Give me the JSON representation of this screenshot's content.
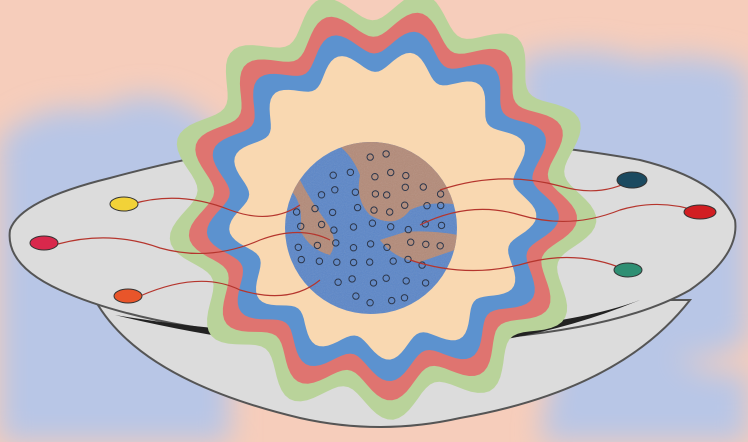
{
  "colors": {
    "background": "#f6cdbb",
    "cloud": "#b8c6e6",
    "saucer_fill": "#dcdcdc",
    "saucer_edge": "#555555",
    "ring_outer": "#b9d39a",
    "ring_red": "#df7470",
    "ring_blue": "#5c92cf",
    "ring_inner": "#f9d8b1",
    "globe_blue": "#5b86c8",
    "globe_brown": "#b38a78",
    "wire": "#b5352d",
    "light_crimson": "#d8284c",
    "light_yellow": "#f2d238",
    "light_orange": "#e8552a",
    "light_teal": "#1b4a60",
    "light_red": "#d11e22",
    "light_green": "#2f8f73"
  },
  "illustration": {
    "subject": "flying-saucer",
    "lights": [
      {
        "name": "light-crimson",
        "color_key": "light_crimson"
      },
      {
        "name": "light-yellow",
        "color_key": "light_yellow"
      },
      {
        "name": "light-orange",
        "color_key": "light_orange"
      },
      {
        "name": "light-teal",
        "color_key": "light_teal"
      },
      {
        "name": "light-red",
        "color_key": "light_red"
      },
      {
        "name": "light-green",
        "color_key": "light_green"
      }
    ]
  }
}
